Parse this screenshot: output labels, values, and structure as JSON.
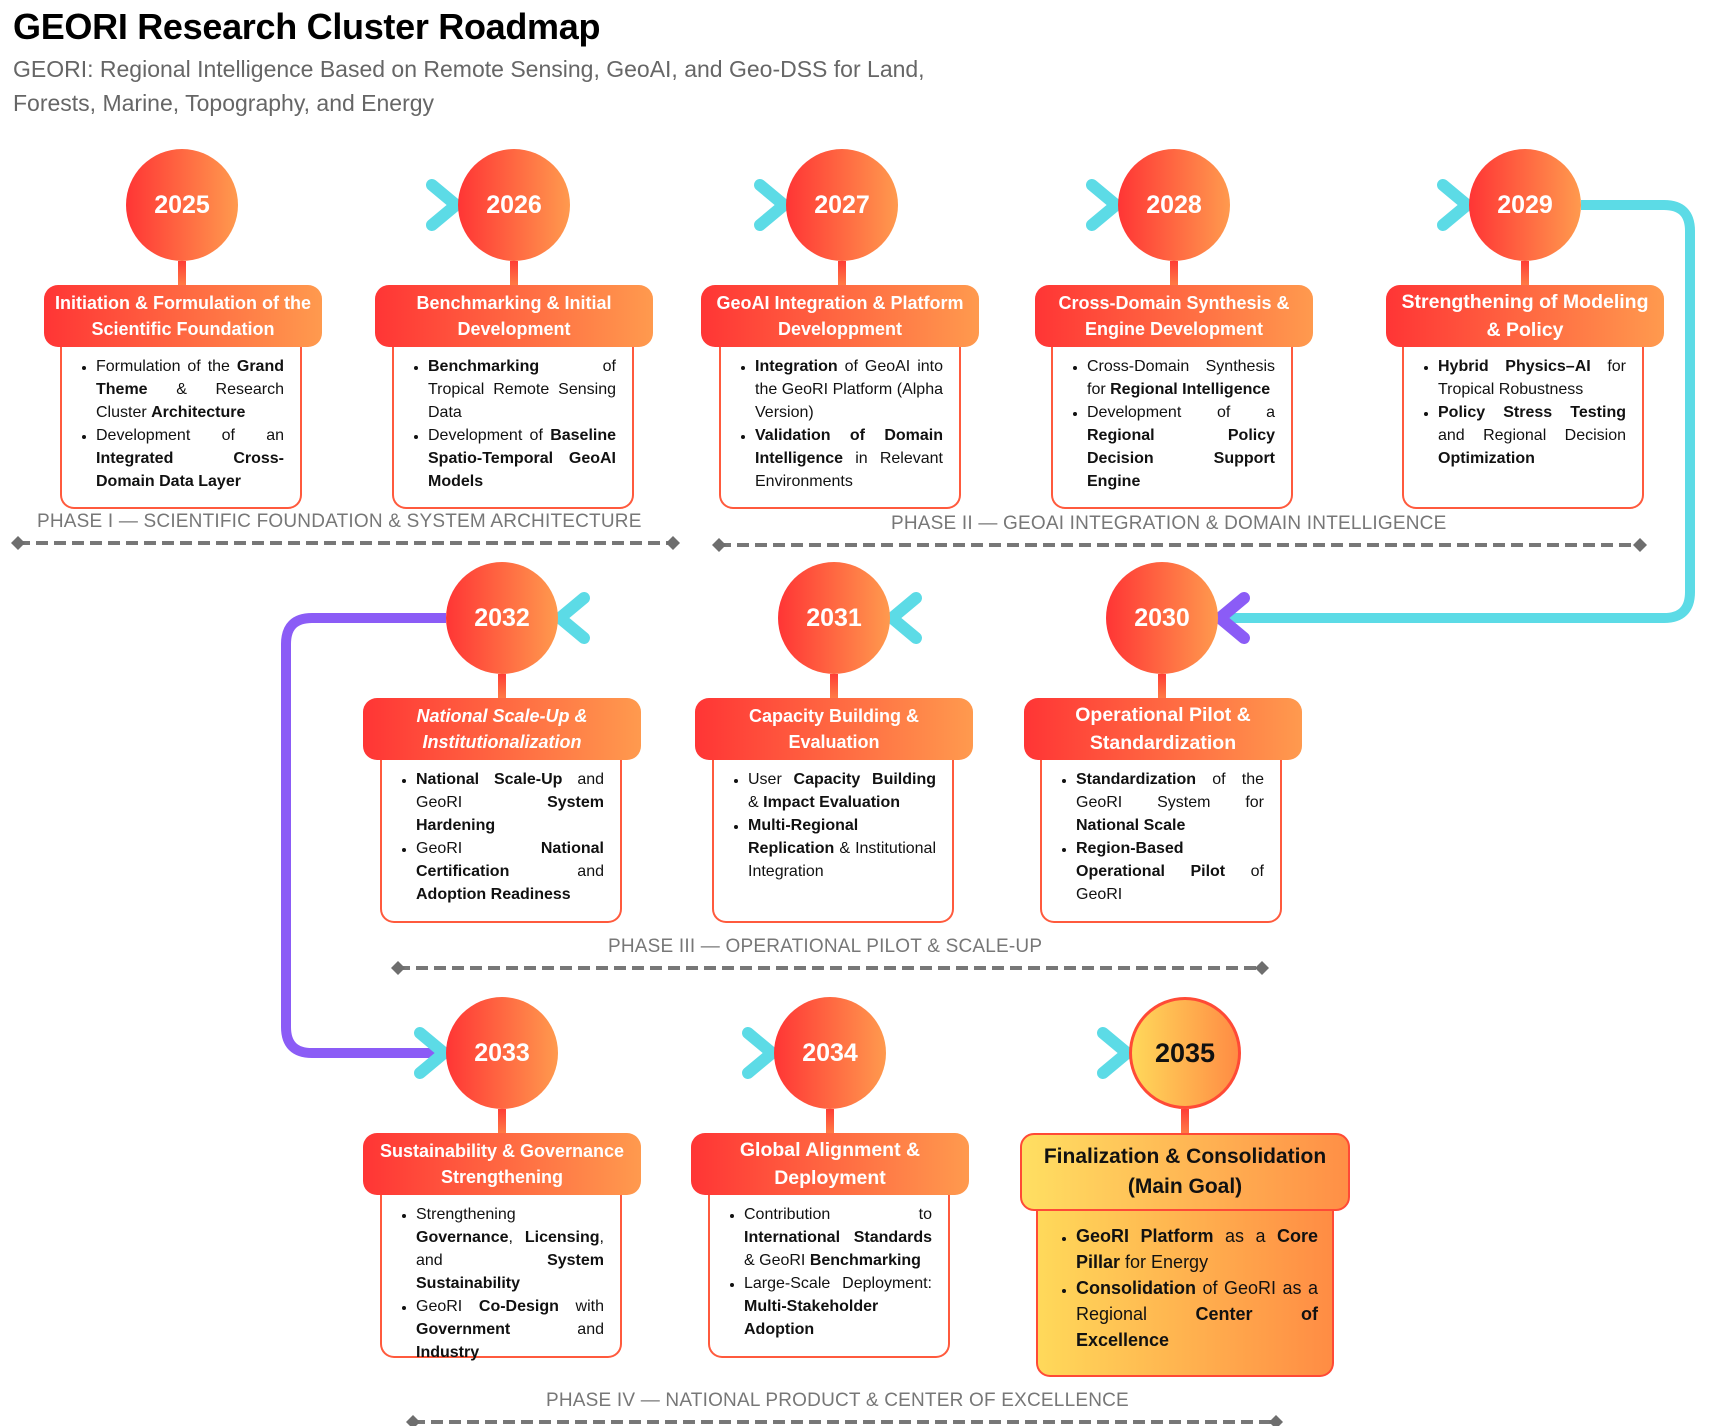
{
  "header": {
    "title": "GEORI Research Cluster Roadmap",
    "subtitle": "GEORI: Regional Intelligence Based on Remote Sensing, GeoAI, and Geo-DSS for Land, Forests, Marine, Topography, and Energy"
  },
  "colors": {
    "milestone_gradient": [
      "#ff3535",
      "#ff9a4e"
    ],
    "final_gradient": [
      "#ffd85a",
      "#ff8c44"
    ],
    "arrow_gradient": [
      "#8b5cf6",
      "#5cdbe6"
    ],
    "phase_line": "#777777"
  },
  "milestones": [
    {
      "year": "2025",
      "title": "Initiation & Formulation of the Scientific Foundation",
      "bullets": [
        [
          [
            "n",
            "Formulation of the "
          ],
          [
            "b",
            "Grand Theme"
          ],
          [
            "n",
            " & Research Cluster "
          ],
          [
            "b",
            "Architecture"
          ]
        ],
        [
          [
            "n",
            "Development of an "
          ],
          [
            "b",
            "Integrated Cross-Domain Data Layer"
          ]
        ]
      ]
    },
    {
      "year": "2026",
      "title": "Benchmarking & Initial Development",
      "bullets": [
        [
          [
            "b",
            "Benchmarking"
          ],
          [
            "n",
            " of Tropical Remote Sensing Data"
          ]
        ],
        [
          [
            "n",
            "Development of "
          ],
          [
            "b",
            "Baseline Spatio-Temporal GeoAI Models"
          ]
        ]
      ]
    },
    {
      "year": "2027",
      "title": "GeoAI Integration & Platform Developpment",
      "bullets": [
        [
          [
            "b",
            "Integration"
          ],
          [
            "n",
            " of GeoAI into the GeoRI Platform (Alpha Version)"
          ]
        ],
        [
          [
            "b",
            "Validation of Domain Intelligence"
          ],
          [
            "n",
            " in Relevant Environments"
          ]
        ]
      ]
    },
    {
      "year": "2028",
      "title": "Cross-Domain Synthesis & Engine Development",
      "bullets": [
        [
          [
            "n",
            "Cross-Domain Synthesis for "
          ],
          [
            "b",
            "Regional Intelligence"
          ]
        ],
        [
          [
            "n",
            "Development of a "
          ],
          [
            "b",
            "Regional Policy Decision Support Engine"
          ]
        ]
      ]
    },
    {
      "year": "2029",
      "title": "Strengthening of Modeling & Policy",
      "bullets": [
        [
          [
            "b",
            "Hybrid Physics–AI"
          ],
          [
            "n",
            " for Tropical Robustness"
          ]
        ],
        [
          [
            "b",
            "Policy Stress Testing"
          ],
          [
            "n",
            " and Regional Decision "
          ],
          [
            "b",
            "Optimization"
          ]
        ]
      ]
    },
    {
      "year": "2030",
      "title": "Operational Pilot & Standardization",
      "bullets": [
        [
          [
            "b",
            "Standardization"
          ],
          [
            "n",
            " of the GeoRI System for "
          ],
          [
            "b",
            "National Scale"
          ]
        ],
        [
          [
            "b",
            "Region-Based Operational Pilot"
          ],
          [
            "n",
            " of GeoRI"
          ]
        ]
      ]
    },
    {
      "year": "2031",
      "title": "Capacity Building & Evaluation",
      "bullets": [
        [
          [
            "n",
            "User "
          ],
          [
            "b",
            "Capacity Building"
          ],
          [
            "n",
            " & "
          ],
          [
            "b",
            "Impact Evaluation"
          ]
        ],
        [
          [
            "b",
            "Multi-Regional Replication"
          ],
          [
            "n",
            " & Institutional Integration"
          ]
        ]
      ]
    },
    {
      "year": "2032",
      "title": "National Scale-Up & Institutionalization",
      "bullets": [
        [
          [
            "b",
            "National Scale-Up"
          ],
          [
            "n",
            " and GeoRI "
          ],
          [
            "b",
            "System Hardening"
          ]
        ],
        [
          [
            "n",
            "GeoRI "
          ],
          [
            "b",
            "National Certification"
          ],
          [
            "n",
            " and "
          ],
          [
            "b",
            "Adoption Readiness"
          ]
        ]
      ]
    },
    {
      "year": "2033",
      "title": "Sustainability & Governance Strengthening",
      "bullets": [
        [
          [
            "n",
            "Strengthening "
          ],
          [
            "b",
            "Governance"
          ],
          [
            "n",
            ", "
          ],
          [
            "b",
            "Licensing"
          ],
          [
            "n",
            ", and "
          ],
          [
            "b",
            "System Sustainability"
          ]
        ],
        [
          [
            "n",
            "GeoRI "
          ],
          [
            "b",
            "Co-Design"
          ],
          [
            "n",
            " with "
          ],
          [
            "b",
            "Government"
          ],
          [
            "n",
            " and "
          ],
          [
            "b",
            "Industry"
          ]
        ]
      ]
    },
    {
      "year": "2034",
      "title": "Global Alignment & Deployment",
      "bullets": [
        [
          [
            "n",
            "Contribution to "
          ],
          [
            "b",
            "International Standards"
          ],
          [
            "n",
            " & GeoRI "
          ],
          [
            "b",
            "Benchmarking"
          ]
        ],
        [
          [
            "n",
            "Large-Scale Deployment: "
          ],
          [
            "b",
            "Multi-Stakeholder Adoption"
          ]
        ]
      ]
    },
    {
      "year": "2035",
      "title": "Finalization & Consolidation (Main Goal)",
      "bullets": [
        [
          [
            "b",
            "GeoRI Platform"
          ],
          [
            "n",
            " as a "
          ],
          [
            "b",
            "Core Pillar"
          ],
          [
            "n",
            " for Energy"
          ]
        ],
        [
          [
            "b",
            "Consolidation"
          ],
          [
            "n",
            " of GeoRI as a Regional "
          ],
          [
            "b",
            "Center of Excellence"
          ]
        ]
      ]
    }
  ],
  "phases": [
    {
      "label": "PHASE I — SCIENTIFIC FOUNDATION & SYSTEM ARCHITECTURE"
    },
    {
      "label": "PHASE II — GEOAI INTEGRATION & DOMAIN INTELLIGENCE"
    },
    {
      "label": "PHASE III — OPERATIONAL PILOT & SCALE-UP"
    },
    {
      "label": "PHASE IV — NATIONAL PRODUCT & CENTER OF EXCELLENCE"
    }
  ]
}
